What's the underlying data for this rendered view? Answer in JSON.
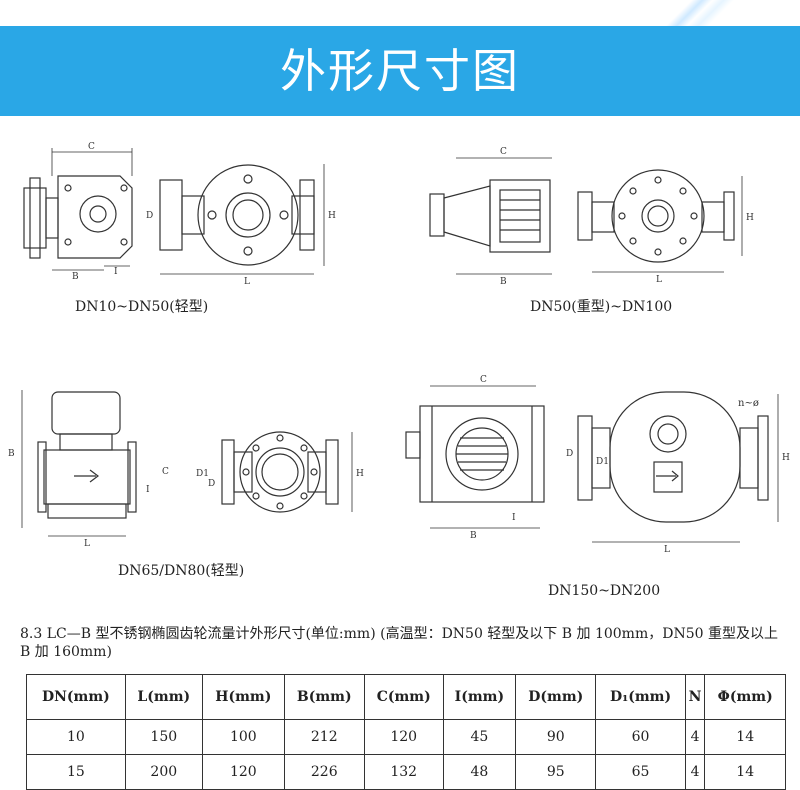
{
  "banner": {
    "title": "外形尺寸图",
    "color": "#2aa7e6"
  },
  "figures": [
    {
      "caption": "DN10~DN50(轻型)"
    },
    {
      "caption": "DN50(重型)~DN100"
    },
    {
      "caption": "DN65/DN80(轻型)"
    },
    {
      "caption": "DN150~DN200"
    }
  ],
  "dim_labels": {
    "C": "C",
    "B": "B",
    "L": "L",
    "I": "I",
    "D": "D",
    "D1": "D1",
    "H": "H",
    "n_phi": "n~ø"
  },
  "note": "8.3 LC—B 型不锈钢椭圆齿轮流量计外形尺寸(单位:mm) (高温型：DN50 轻型及以下 B 加 100mm，DN50 重型及以上 B 加 160mm)",
  "table": {
    "headers": [
      "DN(mm)",
      "L(mm)",
      "H(mm)",
      "B(mm)",
      "C(mm)",
      "I(mm)",
      "D(mm)",
      "D₁(mm)",
      "N",
      "Φ(mm)"
    ],
    "rows": [
      [
        "10",
        "150",
        "100",
        "212",
        "120",
        "45",
        "90",
        "60",
        "4",
        "14"
      ],
      [
        "15",
        "200",
        "120",
        "226",
        "132",
        "48",
        "95",
        "65",
        "4",
        "14"
      ]
    ]
  }
}
